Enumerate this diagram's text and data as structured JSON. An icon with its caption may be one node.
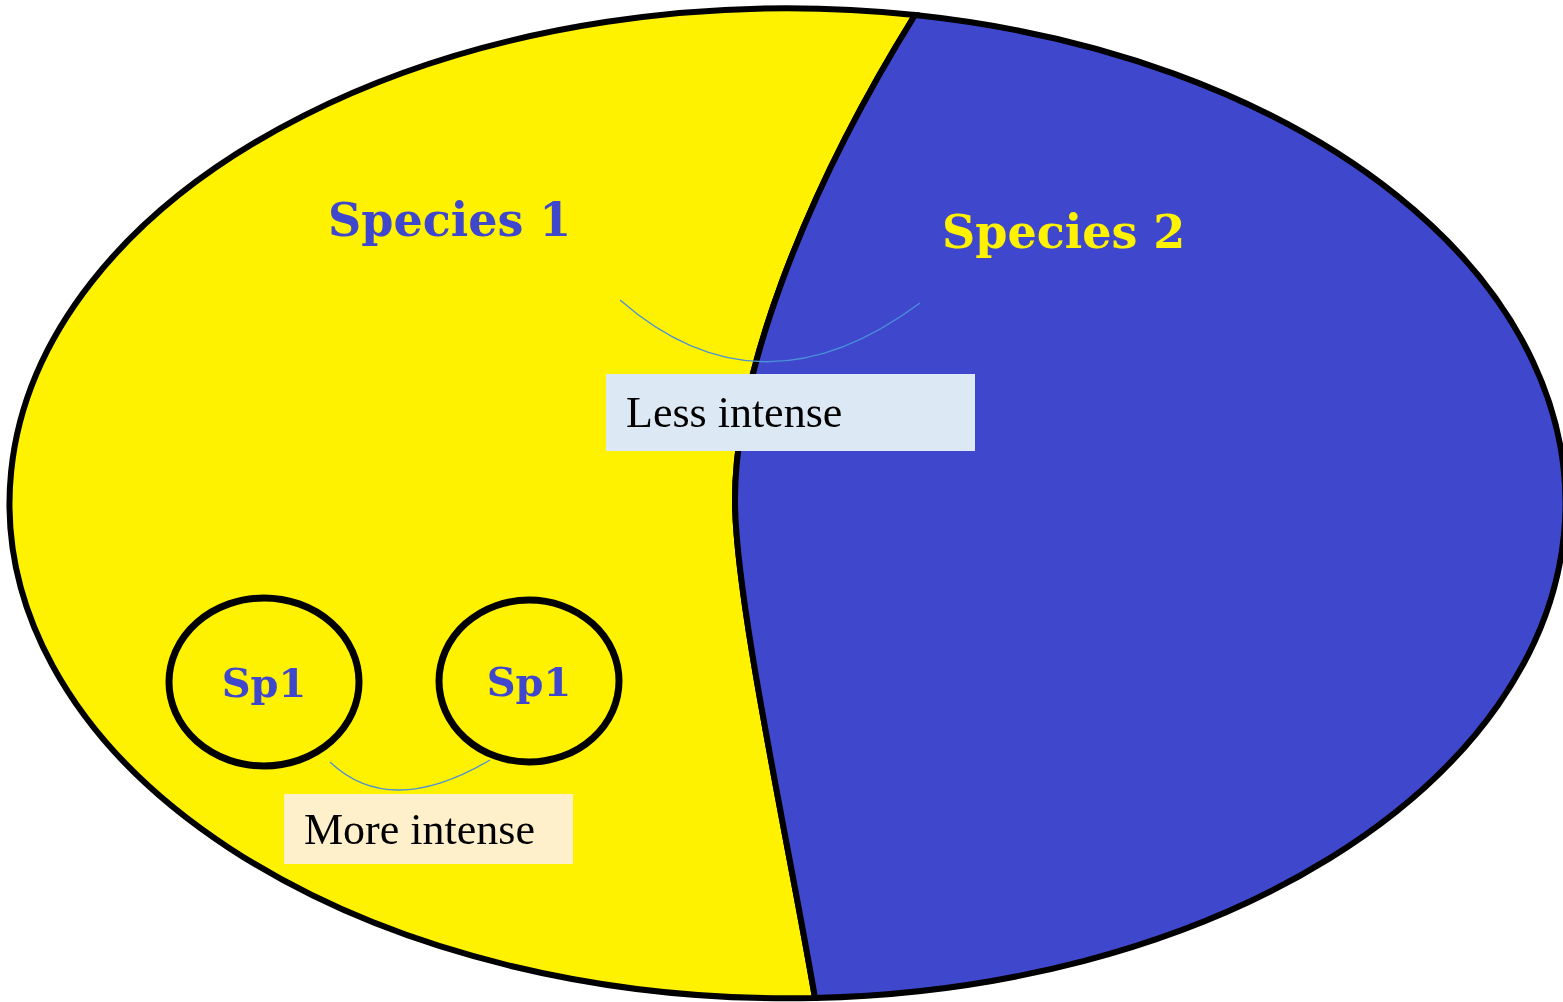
{
  "diagram": {
    "nodes": [
      {
        "text": [
          "Species 1"
        ]
      },
      {
        "text": [
          "Species 2"
        ]
      },
      {
        "text": [
          "Sp1"
        ],
        "in": 0
      },
      {
        "text": [
          "Sp1"
        ],
        "in": 0
      }
    ],
    "labels": [
      "Less intense",
      "More intense"
    ]
  }
}
